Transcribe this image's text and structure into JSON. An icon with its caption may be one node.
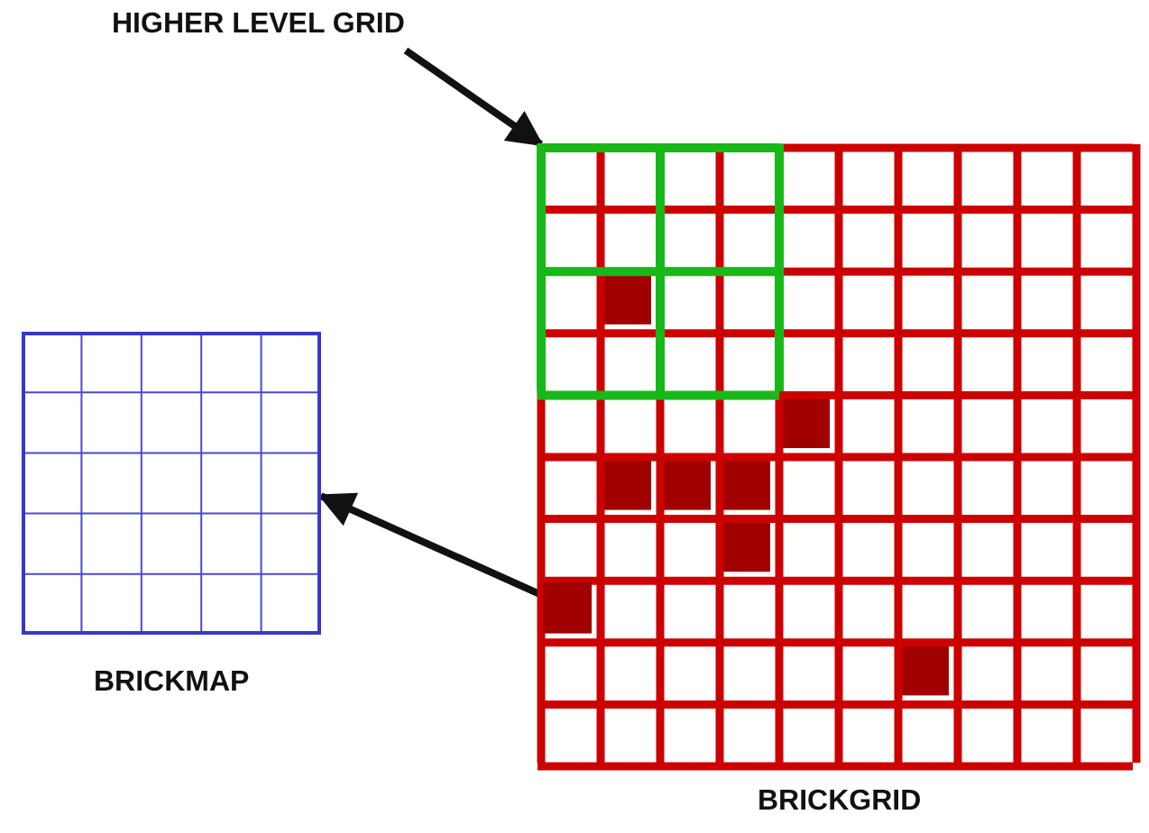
{
  "diagram": {
    "nodes": [
      {
        "text": [
          "BRICKMAP"
        ]
      },
      {
        "text": [
          "BRICKGRID"
        ]
      },
      {
        "text": [
          "HIGHER LEVEL GRID"
        ]
      },
      {
        "text": [],
        "shape": "box",
        "in": 1
      },
      {
        "text": [],
        "shape": "box",
        "in": 1
      }
    ],
    "edges": [
      {
        "from": 2,
        "to": 3,
        "arrow": "to"
      },
      {
        "from": 4,
        "to": 0,
        "arrow": "to"
      }
    ]
  }
}
